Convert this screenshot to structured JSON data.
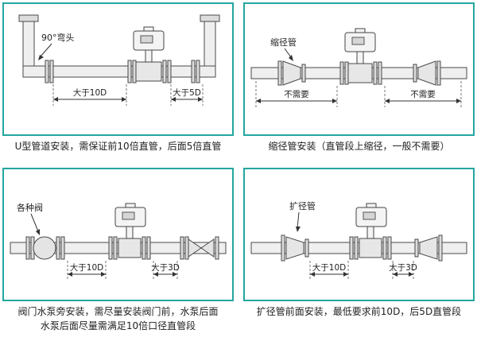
{
  "accent_color": "#23a69e",
  "panels": {
    "u_type": {
      "caption": "U型管道安装，需保证前10倍直管，后面5倍直管",
      "elbow_label": "90°弯头",
      "dim_left": "大于10D",
      "dim_right": "大于5D"
    },
    "reducer": {
      "caption": "缩径管安装（直管段上缩径，一般不需要）",
      "part_label": "缩径管",
      "dim_left": "不需要",
      "dim_right": "不需要"
    },
    "valve_pump": {
      "caption_line1": "阀门水泵旁安装，需尽量安装阀门前，水泵后面",
      "caption_line2": "水泵后面尽量需满足10倍口径直管段",
      "part_label": "各种阀",
      "dim_left": "大于10D",
      "dim_right": "大于3D"
    },
    "expander": {
      "caption": "扩径管前面安装，最低要求前10D，后5D直管段",
      "part_label": "扩径管",
      "dim_left": "大于10D",
      "dim_right": "大于3D"
    }
  }
}
